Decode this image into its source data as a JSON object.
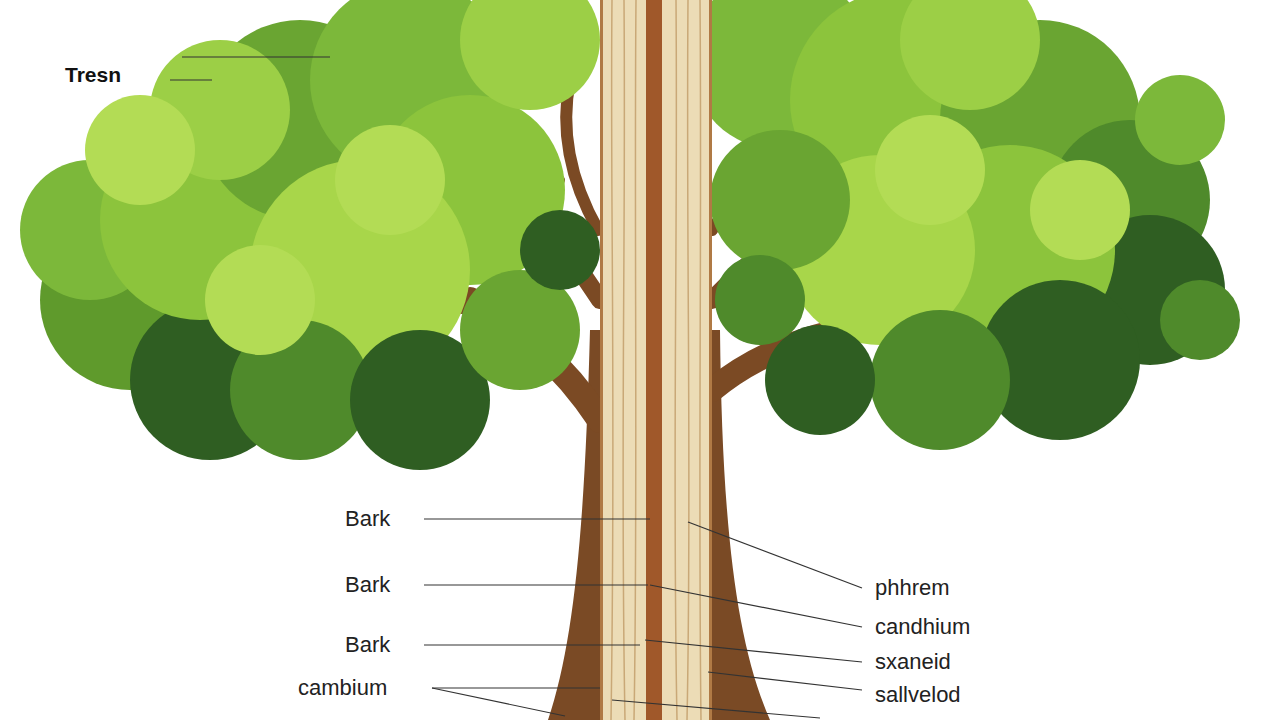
{
  "diagram": {
    "labels": [
      "Tresn",
      "Bark",
      "Bark",
      "Bark",
      "cambium",
      "phhrem",
      "candhium",
      "sxaneid",
      "sallvelod"
    ]
  }
}
